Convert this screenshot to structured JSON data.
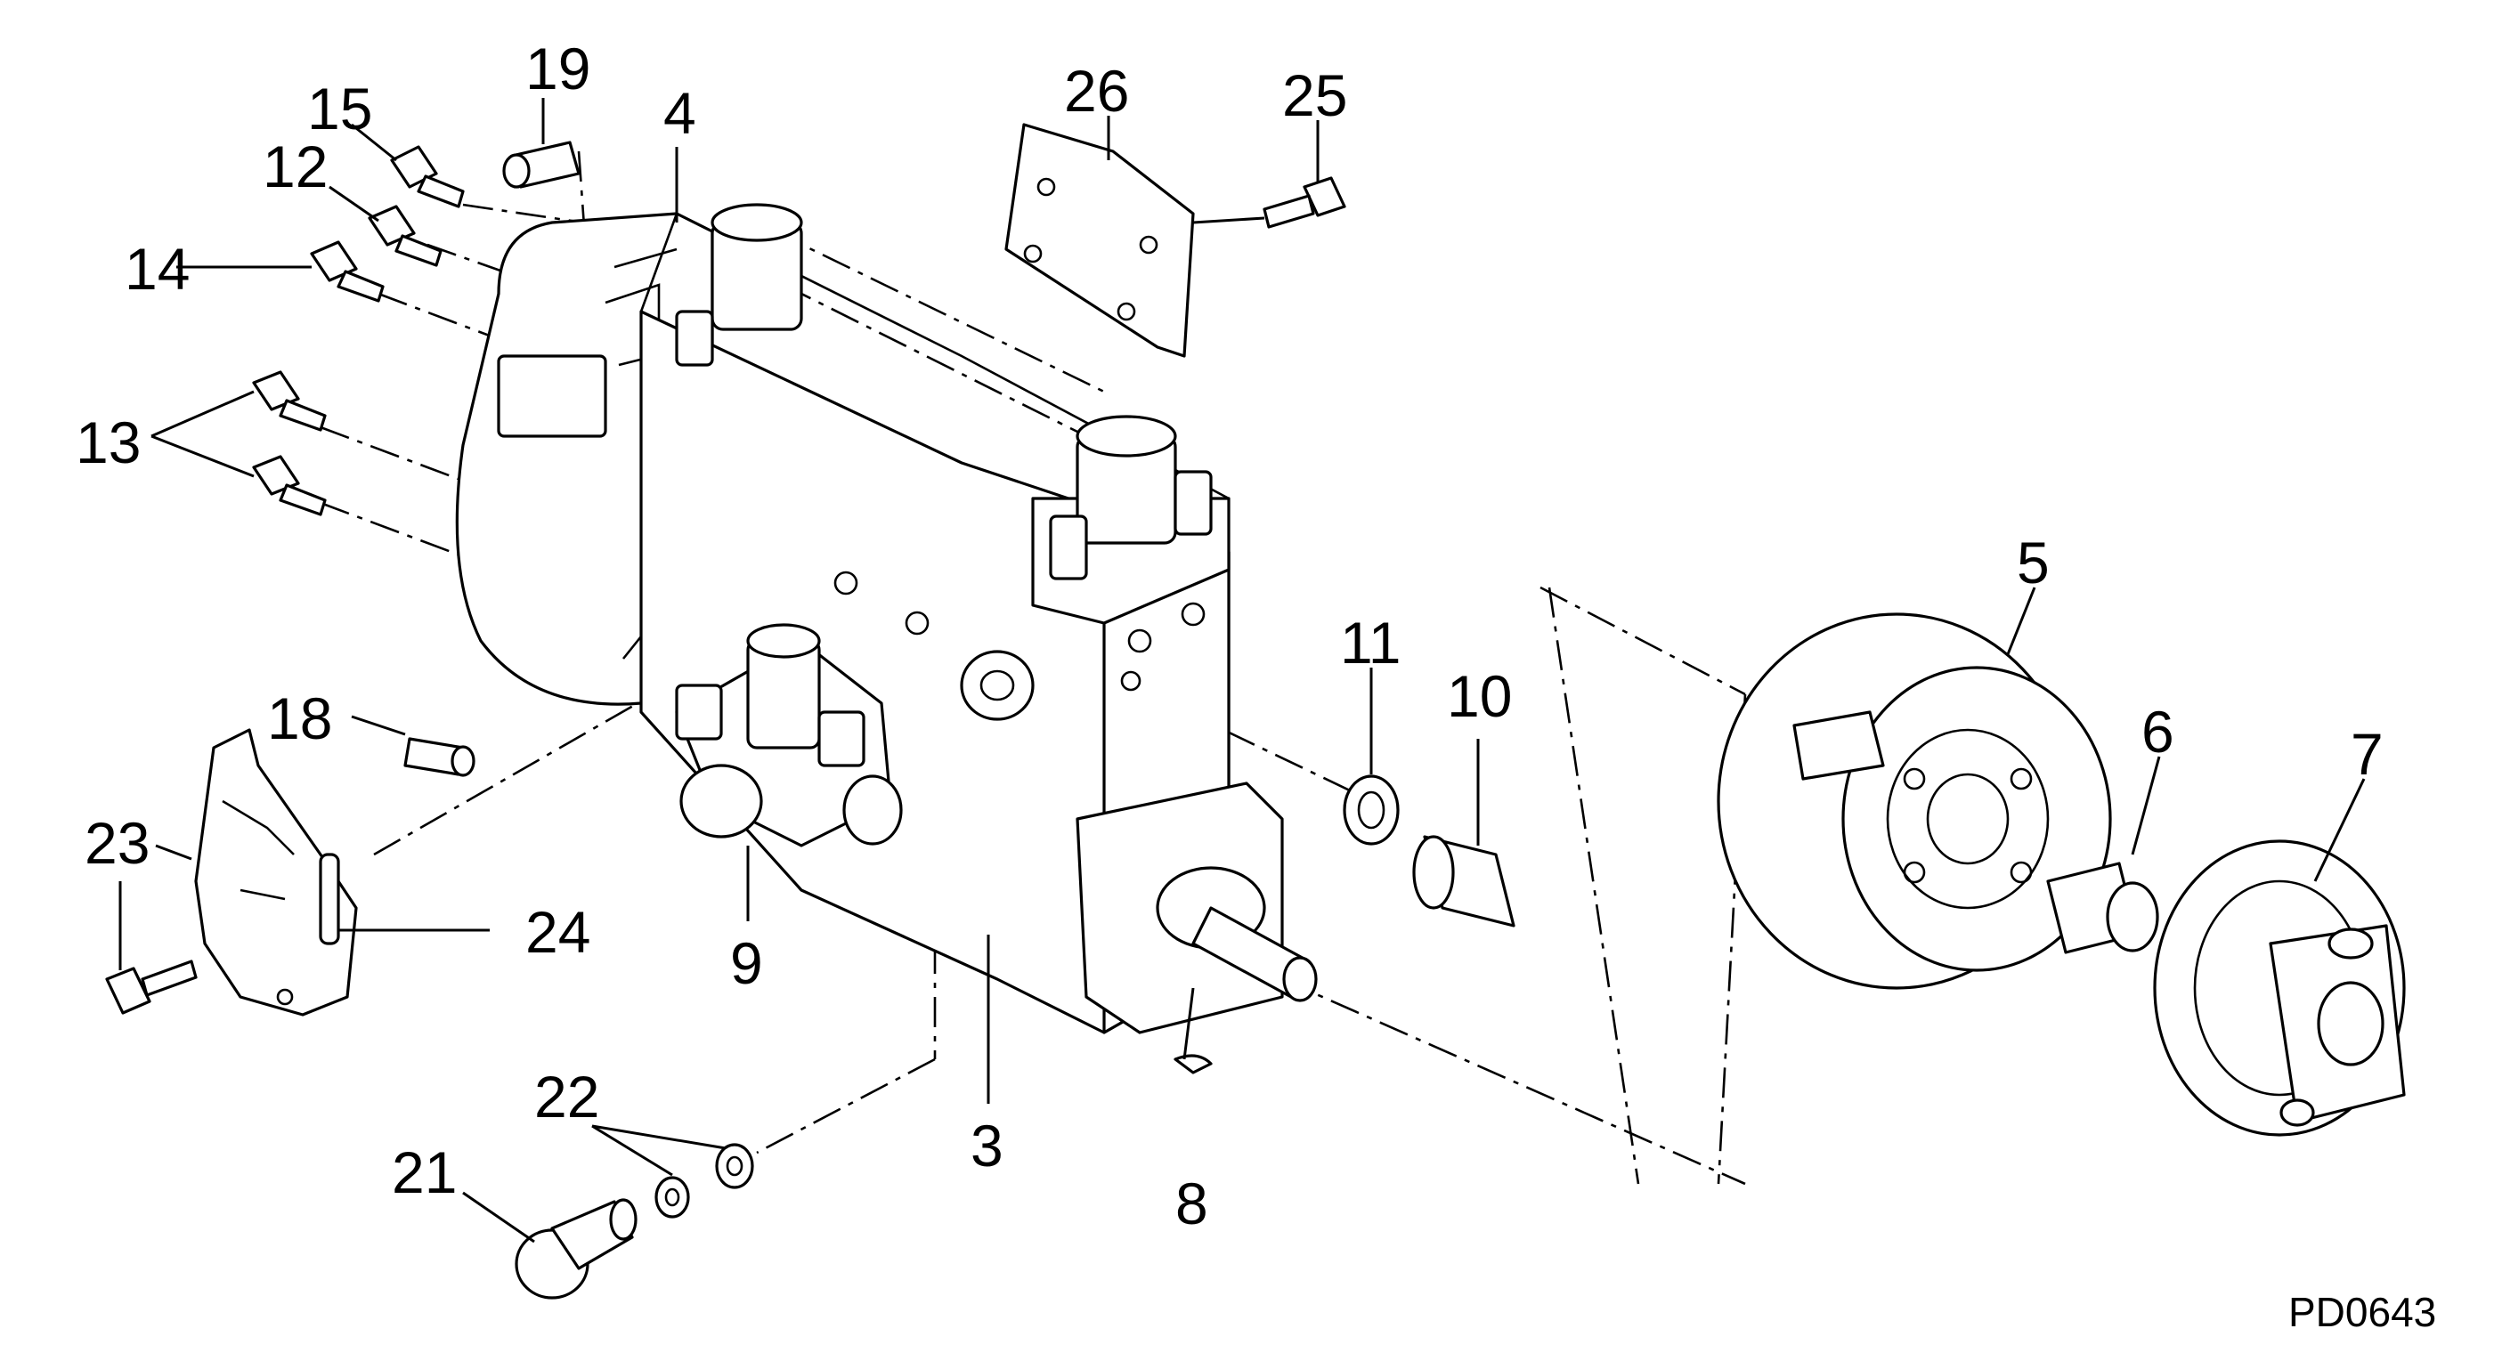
{
  "diagram_code": "PD0643",
  "callouts": [
    {
      "id": "c3",
      "text": "3"
    },
    {
      "id": "c4",
      "text": "4"
    },
    {
      "id": "c5",
      "text": "5"
    },
    {
      "id": "c6",
      "text": "6"
    },
    {
      "id": "c7",
      "text": "7"
    },
    {
      "id": "c8",
      "text": "8"
    },
    {
      "id": "c9",
      "text": "9"
    },
    {
      "id": "c10",
      "text": "10"
    },
    {
      "id": "c11",
      "text": "11"
    },
    {
      "id": "c12",
      "text": "12"
    },
    {
      "id": "c13",
      "text": "13"
    },
    {
      "id": "c14",
      "text": "14"
    },
    {
      "id": "c15",
      "text": "15"
    },
    {
      "id": "c18",
      "text": "18"
    },
    {
      "id": "c19",
      "text": "19"
    },
    {
      "id": "c21",
      "text": "21"
    },
    {
      "id": "c22",
      "text": "22"
    },
    {
      "id": "c23",
      "text": "23"
    },
    {
      "id": "c24",
      "text": "24"
    },
    {
      "id": "c25",
      "text": "25"
    },
    {
      "id": "c26",
      "text": "26"
    }
  ]
}
